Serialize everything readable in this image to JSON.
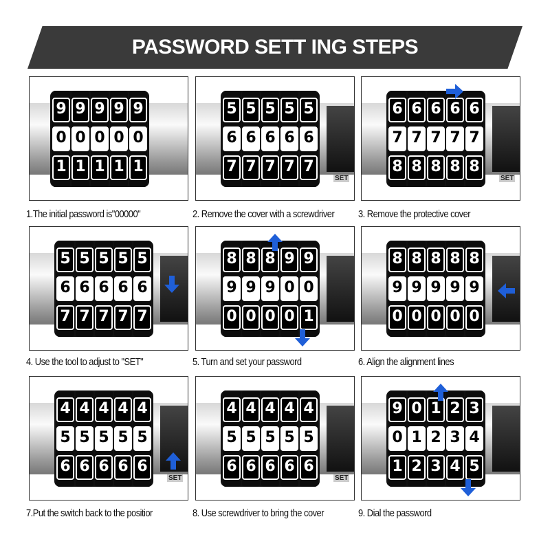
{
  "title": "PASSWORD SETT ING STEPS",
  "panels": [
    {
      "caption": "1.The initial password is\"00000\"",
      "rows": [
        "99999",
        "00000",
        "11111"
      ],
      "arrow": ""
    },
    {
      "caption": "2. Remove the cover with a screwdriver",
      "rows": [
        "55555",
        "66666",
        "77777"
      ],
      "arrow": "",
      "set_label": "SET"
    },
    {
      "caption": "3. Remove the protective cover",
      "rows": [
        "66666",
        "77777",
        "88888"
      ],
      "arrow": "right",
      "set_label": "SET"
    },
    {
      "caption": "4. Use the tool to adjust to \"SET\"",
      "rows": [
        "55555",
        "66666",
        "77777"
      ],
      "arrow": "down"
    },
    {
      "caption": "5. Turn and set your password",
      "rows": [
        "88899",
        "99900",
        "00001"
      ],
      "arrow": "updown"
    },
    {
      "caption": "6. Align the alignment lines",
      "rows": [
        "88888",
        "99999",
        "00000"
      ],
      "arrow": "left"
    },
    {
      "caption": "7.Put the switch back to the positior",
      "rows": [
        "44444",
        "55555",
        "66666"
      ],
      "arrow": "up",
      "set_label": "SET"
    },
    {
      "caption": "8. Use screwdriver to bring the cover",
      "rows": [
        "44444",
        "55555",
        "66666"
      ],
      "arrow": "",
      "set_label": "SET"
    },
    {
      "caption": "9. Dial the password",
      "rows": [
        "90123",
        "01234",
        "12345"
      ],
      "arrow": "updown"
    }
  ],
  "colors": {
    "banner": "#3a3a3a",
    "arrow": "#1f5fd8"
  }
}
